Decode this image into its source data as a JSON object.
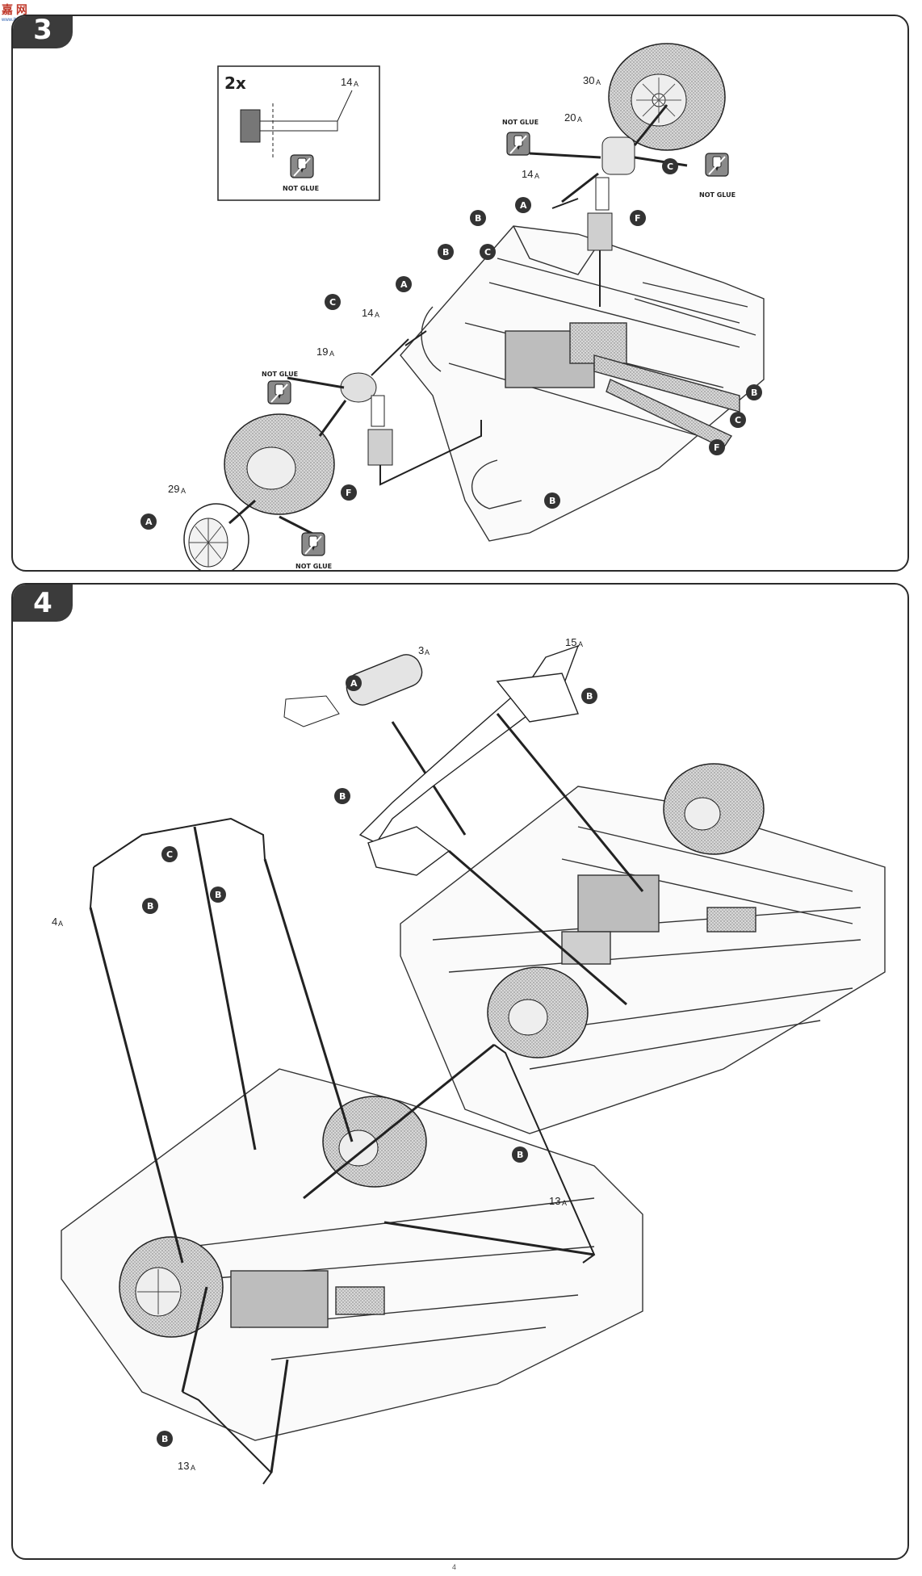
{
  "page": {
    "number": "4"
  },
  "watermark": {
    "logo": "嘉 网",
    "url": "www.ibmhl.com"
  },
  "step3": {
    "number": "3",
    "inset": {
      "count": "2x",
      "part": "14",
      "part_suffix": "A",
      "note": "NOT GLUE"
    },
    "parts": [
      {
        "num": "30",
        "suffix": "A"
      },
      {
        "num": "20",
        "suffix": "A"
      },
      {
        "num": "14",
        "suffix": "A"
      },
      {
        "num": "14",
        "suffix": "A"
      },
      {
        "num": "19",
        "suffix": "A"
      },
      {
        "num": "29",
        "suffix": "A"
      }
    ],
    "not_glue": [
      "NOT GLUE",
      "NOT GLUE",
      "NOT GLUE",
      "NOT GLUE"
    ],
    "badges": [
      "B",
      "B",
      "C",
      "A",
      "C",
      "A",
      "C",
      "F",
      "B",
      "C",
      "F",
      "B",
      "F",
      "A"
    ]
  },
  "step4": {
    "number": "4",
    "parts": [
      {
        "num": "3",
        "suffix": "A"
      },
      {
        "num": "15",
        "suffix": "A"
      },
      {
        "num": "4",
        "suffix": "A"
      },
      {
        "num": "13",
        "suffix": "A"
      },
      {
        "num": "13",
        "suffix": "A"
      }
    ],
    "badges": [
      "A",
      "B",
      "B",
      "C",
      "B",
      "B",
      "B",
      "B"
    ]
  },
  "colors": {
    "frame": "#2a2a2a",
    "badge_fill": "#333333",
    "tyre_fill": "#c9c9c9",
    "glue_icon": "#8a8a8a"
  },
  "icons": [
    "glue-bottle-icon",
    "letter-badge-icon"
  ]
}
